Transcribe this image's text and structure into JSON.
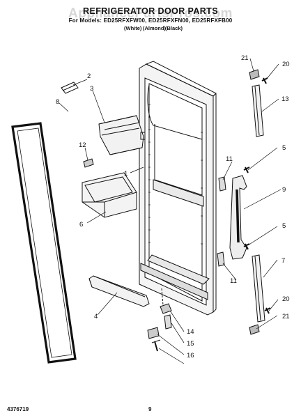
{
  "header": {
    "title": "REFRIGERATOR DOOR PARTS",
    "watermark": "AppliancePartsPros.com",
    "models": "For Models: ED25RFXFW00, ED25RFXFN00, ED25RFXFB00",
    "colors": [
      "(White)",
      "(Almond)",
      "(Black)"
    ]
  },
  "callouts": [
    {
      "id": "c1",
      "number": "1"
    },
    {
      "id": "c2",
      "number": "2"
    },
    {
      "id": "c3",
      "number": "3"
    },
    {
      "id": "c4",
      "number": "4"
    },
    {
      "id": "c5a",
      "number": "5"
    },
    {
      "id": "c5b",
      "number": "5"
    },
    {
      "id": "c6",
      "number": "6"
    },
    {
      "id": "c7",
      "number": "7"
    },
    {
      "id": "c8",
      "number": "8"
    },
    {
      "id": "c9",
      "number": "9"
    },
    {
      "id": "c11a",
      "number": "11"
    },
    {
      "id": "c11b",
      "number": "11"
    },
    {
      "id": "c12",
      "number": "12"
    },
    {
      "id": "c13",
      "number": "13"
    },
    {
      "id": "c14",
      "number": "14"
    },
    {
      "id": "c15",
      "number": "15"
    },
    {
      "id": "c16",
      "number": "16"
    },
    {
      "id": "c20a",
      "number": "20"
    },
    {
      "id": "c20b",
      "number": "20"
    },
    {
      "id": "c21a",
      "number": "21"
    },
    {
      "id": "c21b",
      "number": "21"
    }
  ],
  "footer": {
    "doc_number": "4376719",
    "page": "9"
  }
}
